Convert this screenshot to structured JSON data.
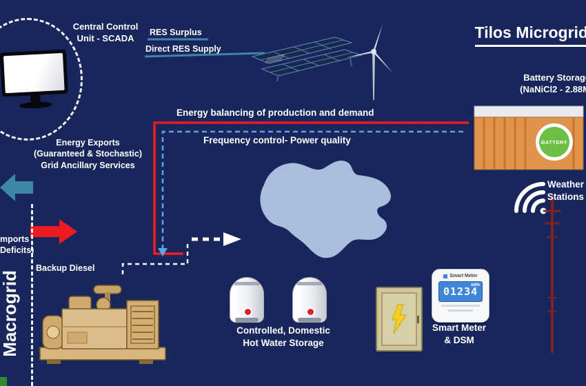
{
  "title": "Tilos Microgrid",
  "control": {
    "line1": "Central Control",
    "line2": "Unit - SCADA"
  },
  "res": {
    "surplus": "RES Surplus",
    "direct": "Direct RES Supply"
  },
  "battery": {
    "line1": "Battery Storage",
    "line2": "(NaNiCl2 - 2.88M",
    "logo": "BATTERY"
  },
  "flows": {
    "balancing": "Energy balancing of production and demand",
    "frequency": "Frequency control- Power quality"
  },
  "exports": {
    "line1": "Energy  Exports",
    "line2": "(Guaranteed  & Stochastic)",
    "line3": "Grid Ancillary Services"
  },
  "imports": {
    "line1": "mports",
    "line2": "Deficits)"
  },
  "backup_diesel": "Backup Diesel",
  "macrogrid": "Macrogrid",
  "hot_water": {
    "line1": "Controlled, Domestic",
    "line2": "Hot Water Storage"
  },
  "smart_meter": {
    "label1": "Smart Meter",
    "label2": "& DSM",
    "device_title": "Smart Meter",
    "reading": "01234",
    "unit": "kWh"
  },
  "weather": {
    "line1": "Weather",
    "line2": "Stations"
  },
  "colors": {
    "background": "#18265c",
    "teal": "#3d87a6",
    "red": "#ee1b24",
    "blue_dashed": "#58a8e8",
    "island": "#a9bdde",
    "container_orange": "#e0934c",
    "battery_green": "#6cbf44",
    "generator_tan": "#dcbc8a",
    "meter_screen": "#3f86d8",
    "bolt_yellow": "#f3cf1f",
    "mast_red": "#7e2222"
  }
}
